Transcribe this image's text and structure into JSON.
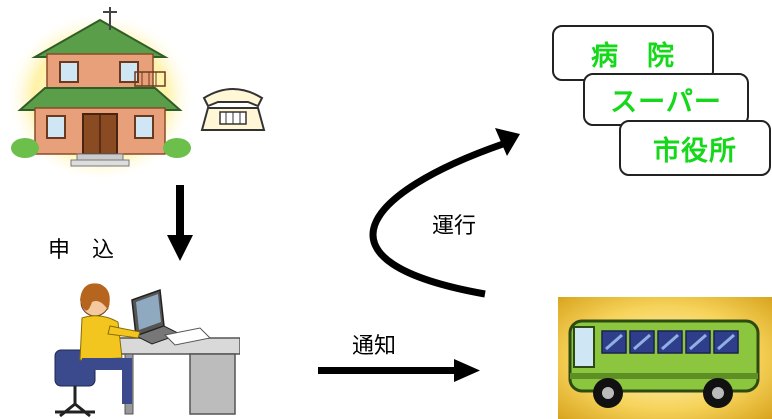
{
  "flow_labels": {
    "apply": "申　込",
    "notify": "通知",
    "operate": "運行"
  },
  "destinations": [
    {
      "label": "病　院"
    },
    {
      "label": "スーパー"
    },
    {
      "label": "市役所"
    }
  ],
  "colors": {
    "destination_text": "#16d81a",
    "bus_body": "#8cc63f",
    "house_wall": "#e8a07a",
    "house_roof": "#5a9e4a",
    "house_bg": "#fff2a8",
    "bus_bg": "#f2c53a"
  },
  "icons": [
    "house-icon",
    "telephone-icon",
    "operator-icon",
    "bus-icon"
  ]
}
